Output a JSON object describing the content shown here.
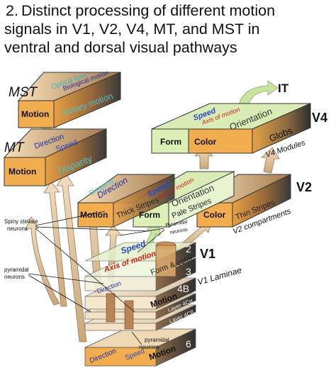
{
  "heading": {
    "number": "2.",
    "line1": "Distinct processing of different motion",
    "line2": "signals in V1, V2, V4, MT, and MST in",
    "line3": "ventral and dorsal visual pathways"
  },
  "areas": {
    "mst": "MST",
    "mt": "MT",
    "it": "IT",
    "v4": "V4",
    "v2": "V2",
    "v1": "V1"
  },
  "mst_box": {
    "front": "Motion",
    "side": "Rotary motion",
    "top1": "Optical flow",
    "top2": "Biological motion"
  },
  "mt_box": {
    "front": "Motion",
    "side": "Disparity",
    "top1": "Direction",
    "top2": "Speed"
  },
  "v4_box": {
    "front1": "Form",
    "front2": "Color",
    "side": "Globs",
    "top1": "Speed",
    "top2": "Axis of motion",
    "top3": "Orientation",
    "caption": "V4 Modules"
  },
  "v2_box": {
    "thick_front": "Motion",
    "thick_side": "Thick Stripes",
    "thick_top1": "Disparity",
    "thick_top2": "Direction",
    "pale_front": "Form",
    "pale_side": "Pale Stripes",
    "pale_top1": "Speed",
    "pale_top2": "Axis of motion",
    "pale_top3": "Orientation",
    "thin_front": "Color",
    "thin_side": "Thin Stripes",
    "caption": "V2 compartments"
  },
  "v1_box": {
    "layer2": "2",
    "layer3": "3",
    "layer4b": "4B",
    "layer4ca": "Layer 4Cα",
    "layer4cb": "Layer 4Cβ",
    "layer6": "6",
    "speed": "Speed",
    "axis": "Axis of motion",
    "form_color": "Form & color",
    "motion_4b": "Motion",
    "motion_6": "Motion",
    "direction": "Direction",
    "speed_bottom": "Speed",
    "direction_4b": "Direction",
    "caption": "V1 Laminae"
  },
  "labels": {
    "spiny": "Spiny stellate neurons",
    "pyr_left": "pyramidal neurons",
    "pyr_mid": "Pyramidal neurons",
    "pyr_bottom": "pyramidal neurons"
  },
  "colors": {
    "orange_front": "#f2ad4e",
    "orange_side": "#c8782c",
    "green_front": "#dcefb4",
    "green_top": "#c5e39a",
    "tan_top": "#f1d9b5",
    "arrow_tan": "#ddbf95",
    "arrow_green": "#b8d98a",
    "direction_blue": "#1c2fa8",
    "speed_blue": "#2b46c6",
    "axis_red": "#d11b1b"
  }
}
